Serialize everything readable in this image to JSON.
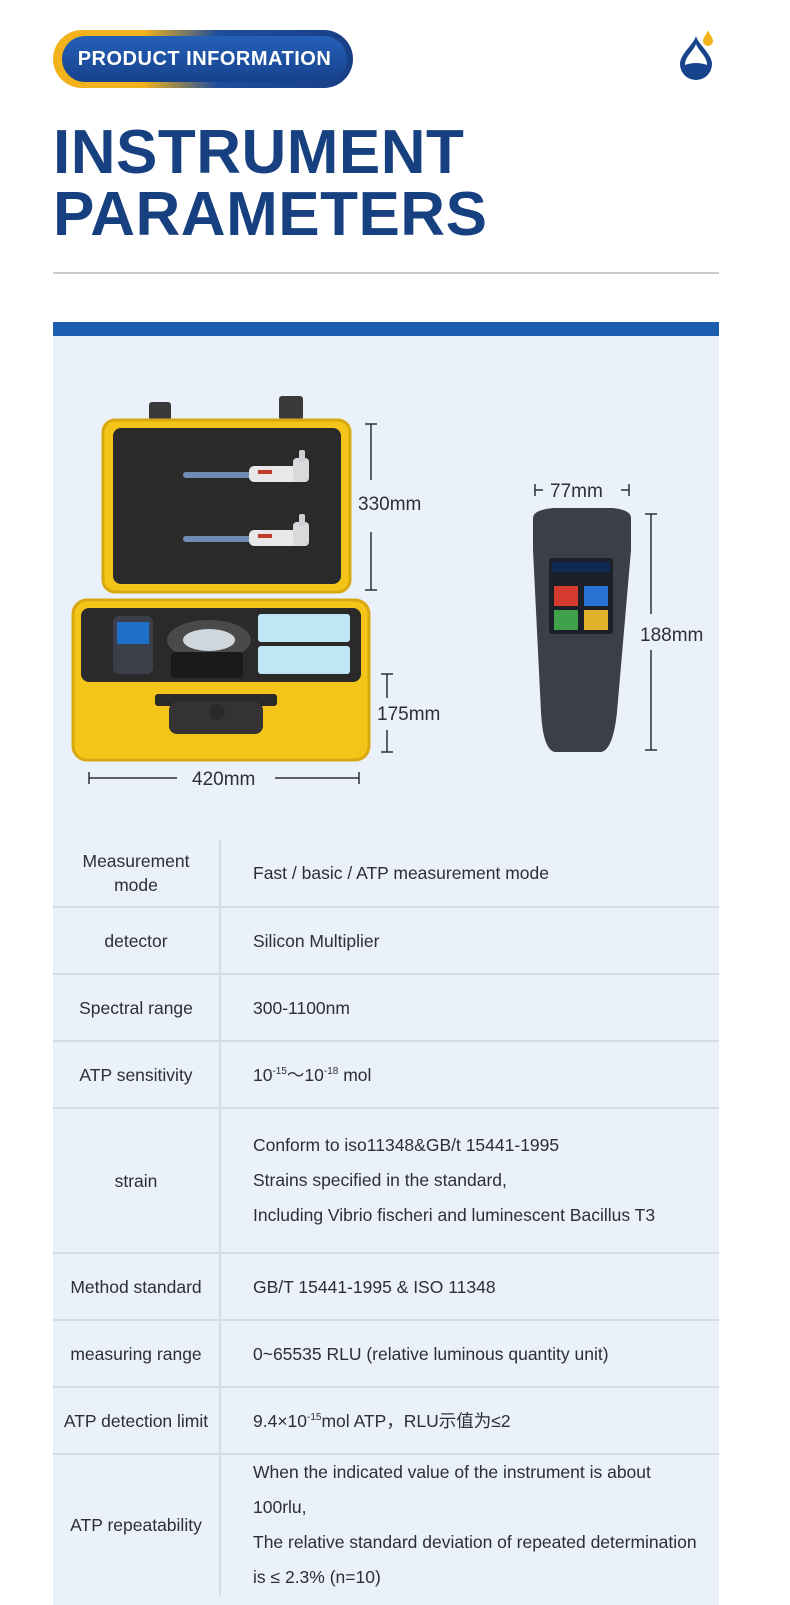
{
  "header": {
    "badge_label": "PRODUCT INFORMATION",
    "title_line1": "INSTRUMENT",
    "title_line2": "PARAMETERS",
    "logo_icon": "water-drop-icon"
  },
  "colors": {
    "brand_blue": "#16407f",
    "accent_blue": "#1d5eb0",
    "accent_yellow": "#f2b21b",
    "panel_bg": "#eaf1fa"
  },
  "dimensions": {
    "case_height": "330mm",
    "case_depth": "175mm",
    "case_width": "420mm",
    "device_width": "77mm",
    "device_height": "188mm"
  },
  "specs": [
    {
      "label": "Measurement mode",
      "value": "Fast / basic / ATP measurement mode"
    },
    {
      "label": "detector",
      "value": "Silicon Multiplier"
    },
    {
      "label": "Spectral range",
      "value": "300-1100nm"
    },
    {
      "label": "ATP sensitivity",
      "value_base1": "10",
      "value_exp1": "-15",
      "value_sep": "～10",
      "value_exp2": "-18",
      "value_tail": " mol"
    },
    {
      "label": "strain",
      "lines": [
        "Conform to iso11348&GB/t 15441-1995",
        "Strains specified in the standard,",
        "Including Vibrio fischeri and luminescent Bacillus T3"
      ]
    },
    {
      "label": "Method standard",
      "value": "GB/T 15441-1995 & ISO 11348"
    },
    {
      "label": "measuring range",
      "value": "0~65535 RLU (relative luminous quantity unit)"
    },
    {
      "label": "ATP detection limit",
      "value_base": "9.4×10",
      "value_exp": "-15",
      "value_tail": "mol ATP，RLU示值为≤2"
    },
    {
      "label": "ATP repeatability",
      "lines": [
        "When the indicated value of the instrument is about 100rlu,",
        "The relative standard deviation of repeated determination",
        "is ≤ 2.3% (n=10)"
      ]
    }
  ]
}
